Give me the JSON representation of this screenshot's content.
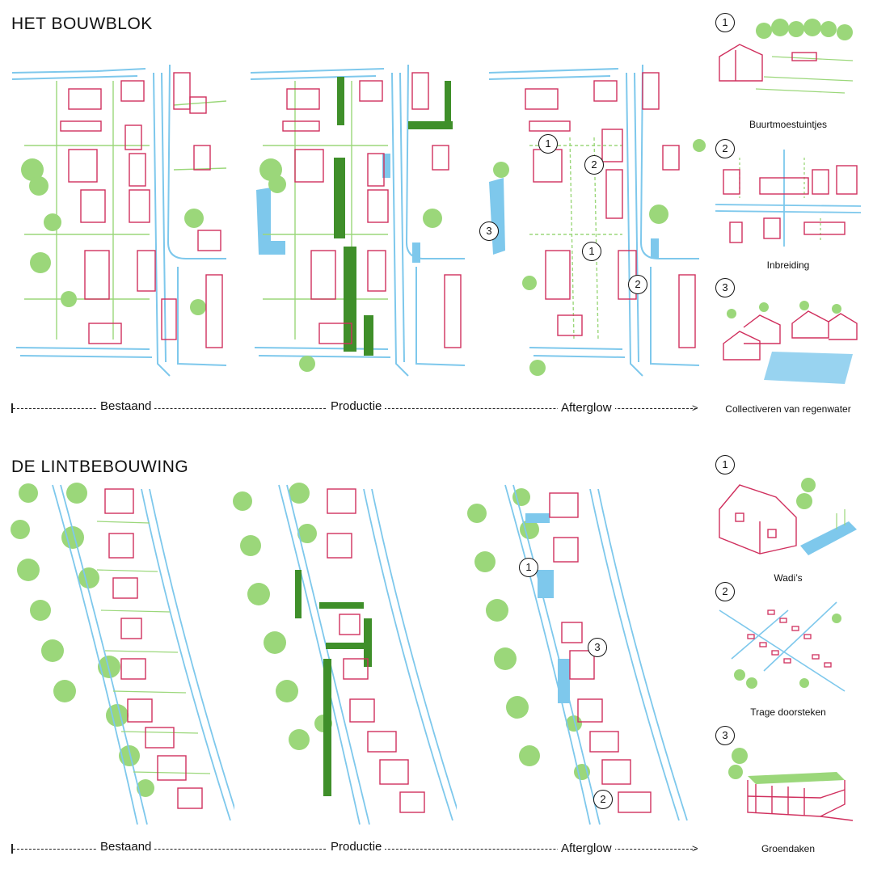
{
  "sections": [
    {
      "title": "HET BOUWBLOK",
      "timeline": [
        "Bestaand",
        "Productie",
        "Afterglow"
      ],
      "panel_markers": [
        "1",
        "2",
        "3",
        "1",
        "2"
      ],
      "details": [
        {
          "number": "1",
          "caption": "Buurtmoestuintjes"
        },
        {
          "number": "2",
          "caption": "Inbreiding"
        },
        {
          "number": "3",
          "caption": "Collectiveren van regenwater"
        }
      ]
    },
    {
      "title": "DE LINTBEBOUWING",
      "timeline": [
        "Bestaand",
        "Productie",
        "Afterglow"
      ],
      "panel_markers": [
        "1",
        "3",
        "2"
      ],
      "details": [
        {
          "number": "1",
          "caption": "Wadi’s"
        },
        {
          "number": "2",
          "caption": "Trage doorsteken"
        },
        {
          "number": "3",
          "caption": "Groendaken"
        }
      ]
    }
  ],
  "colors": {
    "water": "#7ec8ec",
    "green_light": "#9bd77a",
    "green_dark": "#3f8f2a",
    "buildings": "#d0305e",
    "ink": "#111111"
  }
}
